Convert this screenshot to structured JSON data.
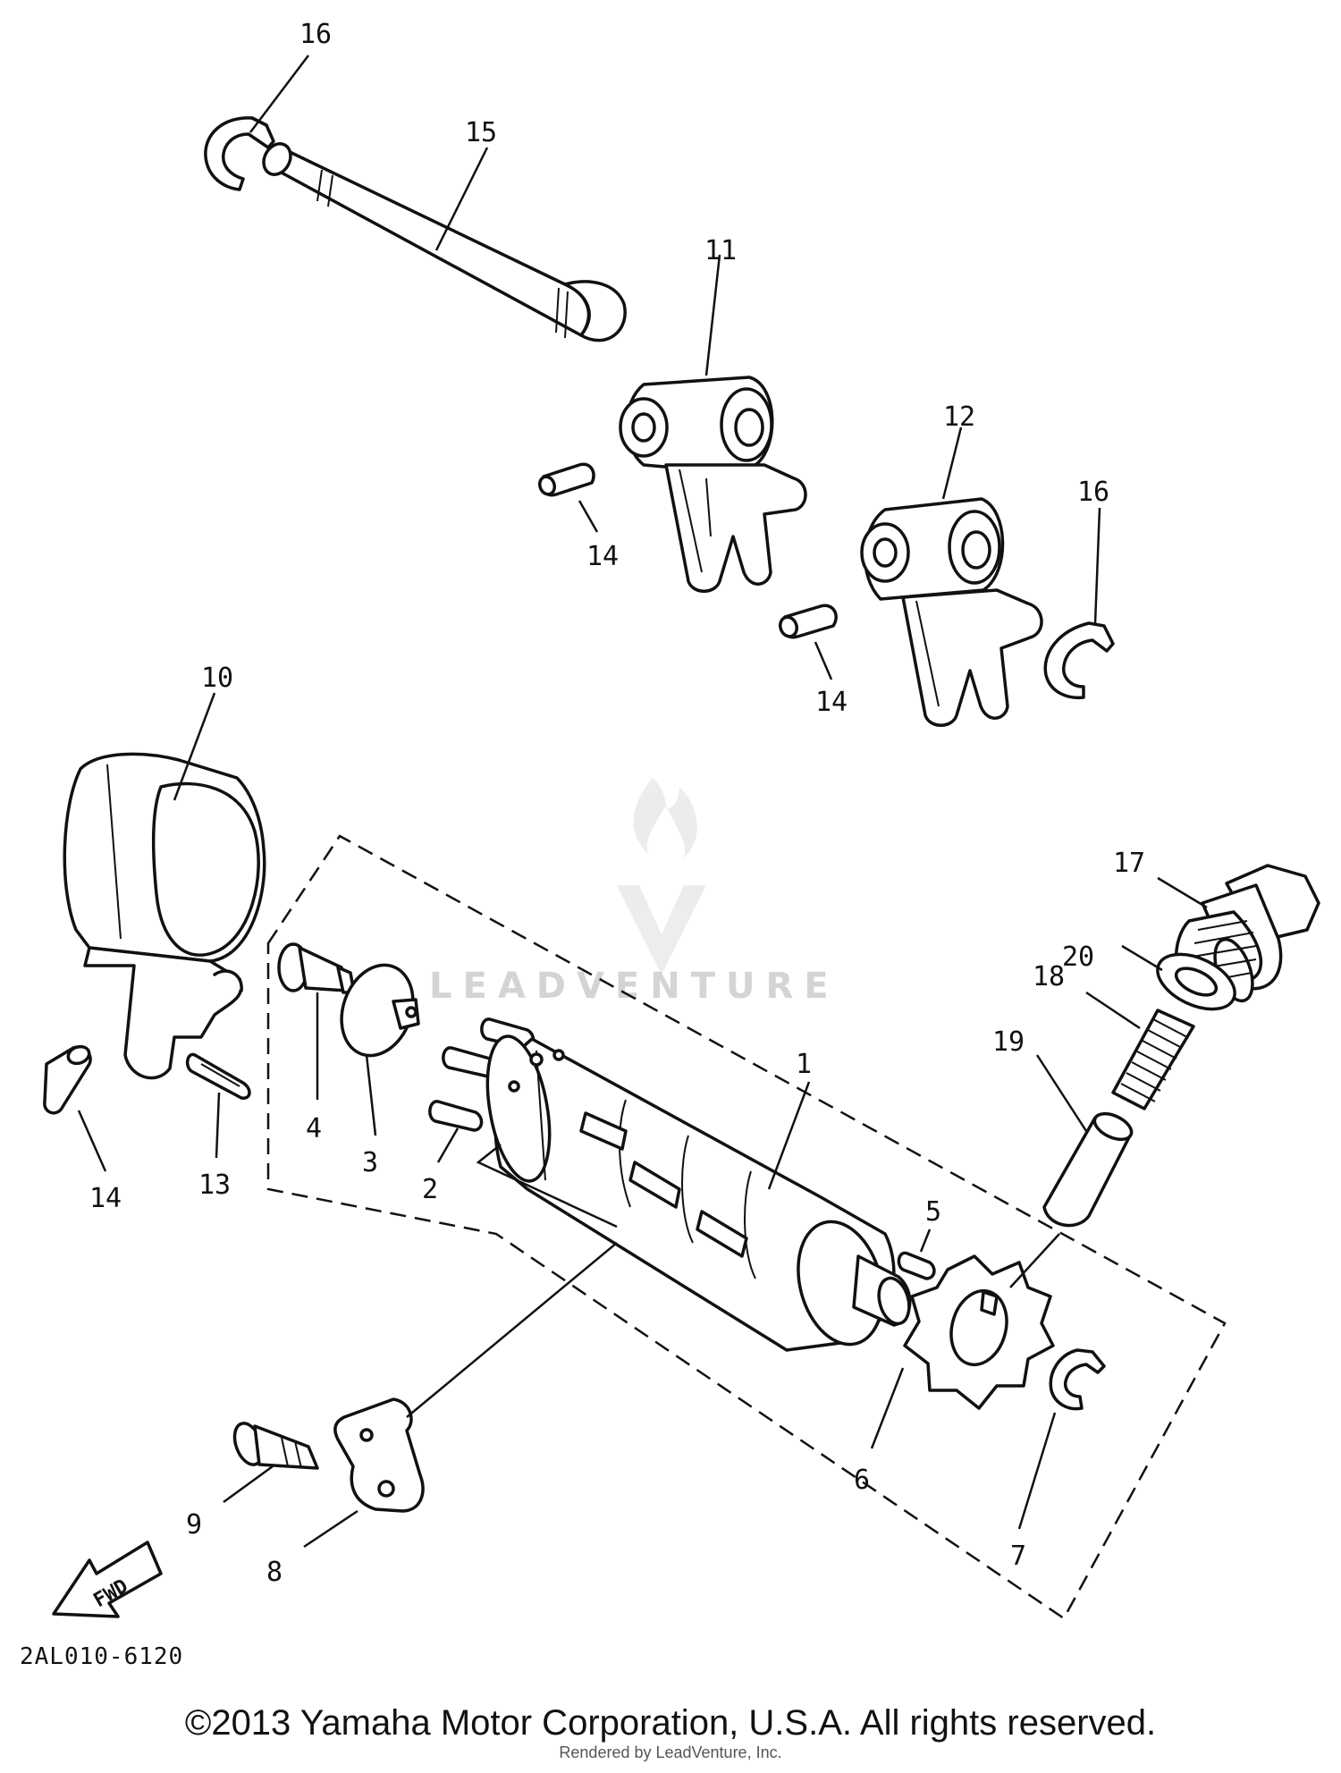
{
  "diagram": {
    "drawing_code": "2AL010-6120",
    "fwd_label": "FWD",
    "watermark": "LEADVENTURE",
    "copyright": "©2013 Yamaha Motor Corporation, U.S.A. All rights reserved.",
    "rendered_by": "Rendered by LeadVenture, Inc.",
    "callouts": {
      "c16a": "16",
      "c15": "15",
      "c11": "11",
      "c12": "12",
      "c16b": "16",
      "c14a": "14",
      "c14b": "14",
      "c10": "10",
      "c17": "17",
      "c20": "20",
      "c18": "18",
      "c1": "1",
      "c19": "19",
      "c4": "4",
      "c3": "3",
      "c2": "2",
      "c14c": "14",
      "c13": "13",
      "c5": "5",
      "c9": "9",
      "c8": "8",
      "c6": "6",
      "c7": "7"
    }
  }
}
